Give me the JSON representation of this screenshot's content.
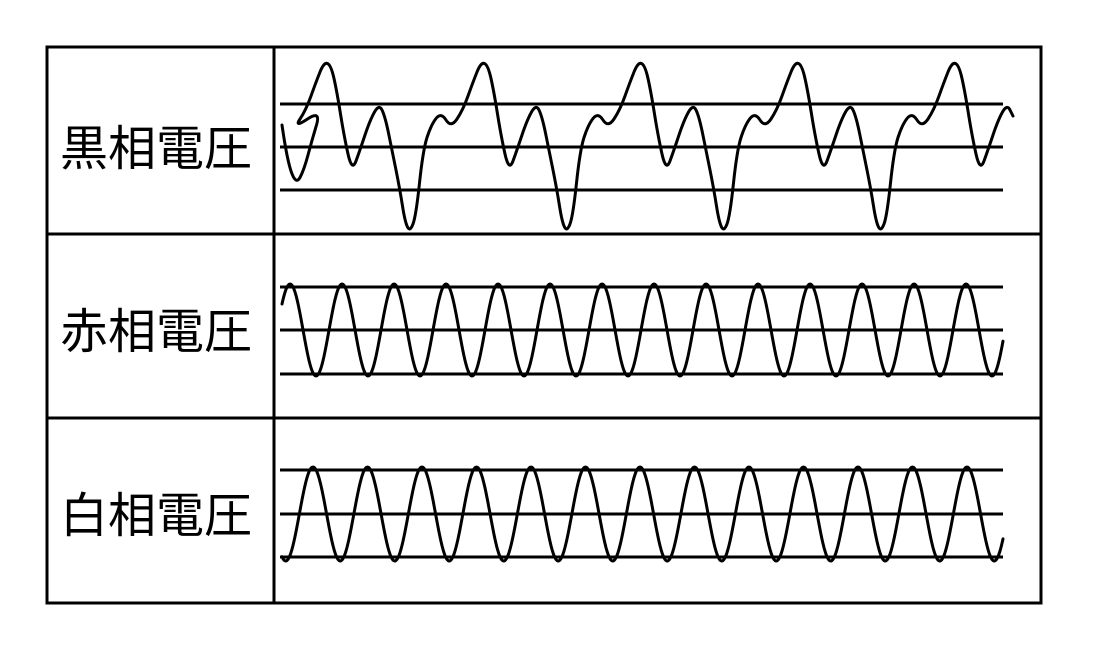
{
  "rows": [
    {
      "label": "黒相電圧",
      "waveform": "distorted"
    },
    {
      "label": "赤相電圧",
      "waveform": "sine"
    },
    {
      "label": "白相電圧",
      "waveform": "sine"
    }
  ],
  "colors": {
    "line": "#000000",
    "background": "#ffffff"
  }
}
